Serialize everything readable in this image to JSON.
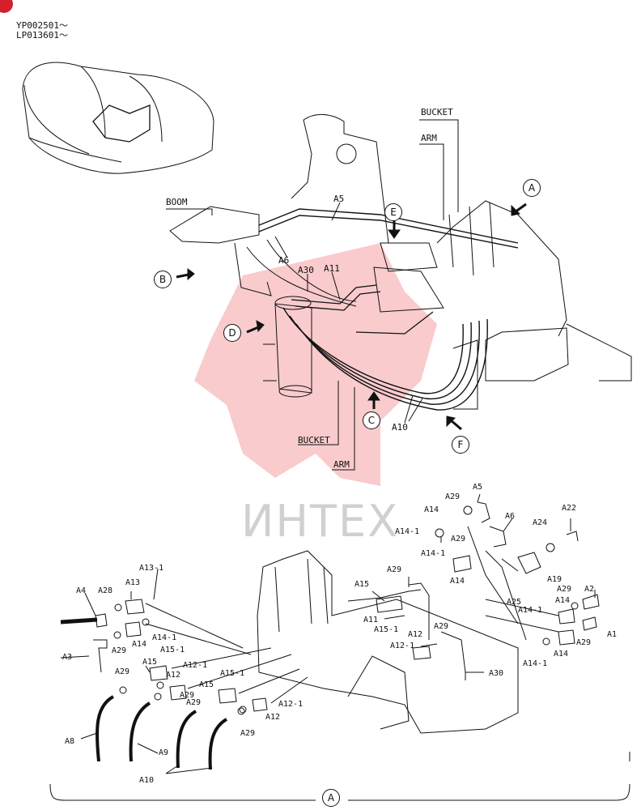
{
  "serials": [
    "YP002501〜",
    "LP013601〜"
  ],
  "colors": {
    "badge": "#d4202a",
    "watermark_logo": "#e8454d",
    "line": "#111111"
  },
  "watermark": {
    "text": "ИНТЕХ"
  },
  "top_view": {
    "labels": {
      "bucket_top": "BUCKET",
      "arm_top": "ARM",
      "boom": "BOOM",
      "a5": "A5",
      "a6": "A6",
      "a30": "A30",
      "a11": "A11",
      "a10": "A10",
      "bucket_bottom": "BUCKET",
      "arm_bottom": "ARM"
    },
    "view_markers": {
      "a": "A",
      "b": "B",
      "c": "C",
      "d": "D",
      "e": "E",
      "f": "F"
    }
  },
  "detail_view": {
    "title_marker": "A",
    "labels": {
      "a5": "A5",
      "a29_1": "A29",
      "a14_1": "A14",
      "a14_1_top": "A14-1",
      "a29_2": "A29",
      "a6": "A6",
      "a24": "A24",
      "a22": "A22",
      "a14_1_mid": "A14-1",
      "a14_2": "A14",
      "a19": "A19",
      "a25": "A25",
      "a2": "A2",
      "a29_3": "A29",
      "a14_3": "A14",
      "a14_1_r": "A14-1",
      "a1": "A1",
      "a29_4": "A29",
      "a14_4": "A14",
      "a14_1_br": "A14-1",
      "a29_5": "A29",
      "a15_1": "A15",
      "a11": "A11",
      "a15_1r": "A15-1",
      "a29_6": "A29",
      "a12_1": "A12",
      "a12_1r": "A12-1",
      "a30": "A30",
      "a13_1": "A13-1",
      "a4": "A4",
      "a28": "A28",
      "a13": "A13",
      "a29_7": "A29",
      "a14_5": "A14",
      "a14_1_l": "A14-1",
      "a3": "A3",
      "a15_1l": "A15-1",
      "a15_2": "A15",
      "a12_2": "A12",
      "a12_1l": "A12-1",
      "a29_8": "A29",
      "a15_1m": "A15-1",
      "a15_3": "A15",
      "a29_9": "A29",
      "a29_10": "A29",
      "a12_3": "A12",
      "a12_1m": "A12-1",
      "a8": "A8",
      "a9": "A9",
      "a29_11": "A29",
      "a10": "A10"
    }
  }
}
